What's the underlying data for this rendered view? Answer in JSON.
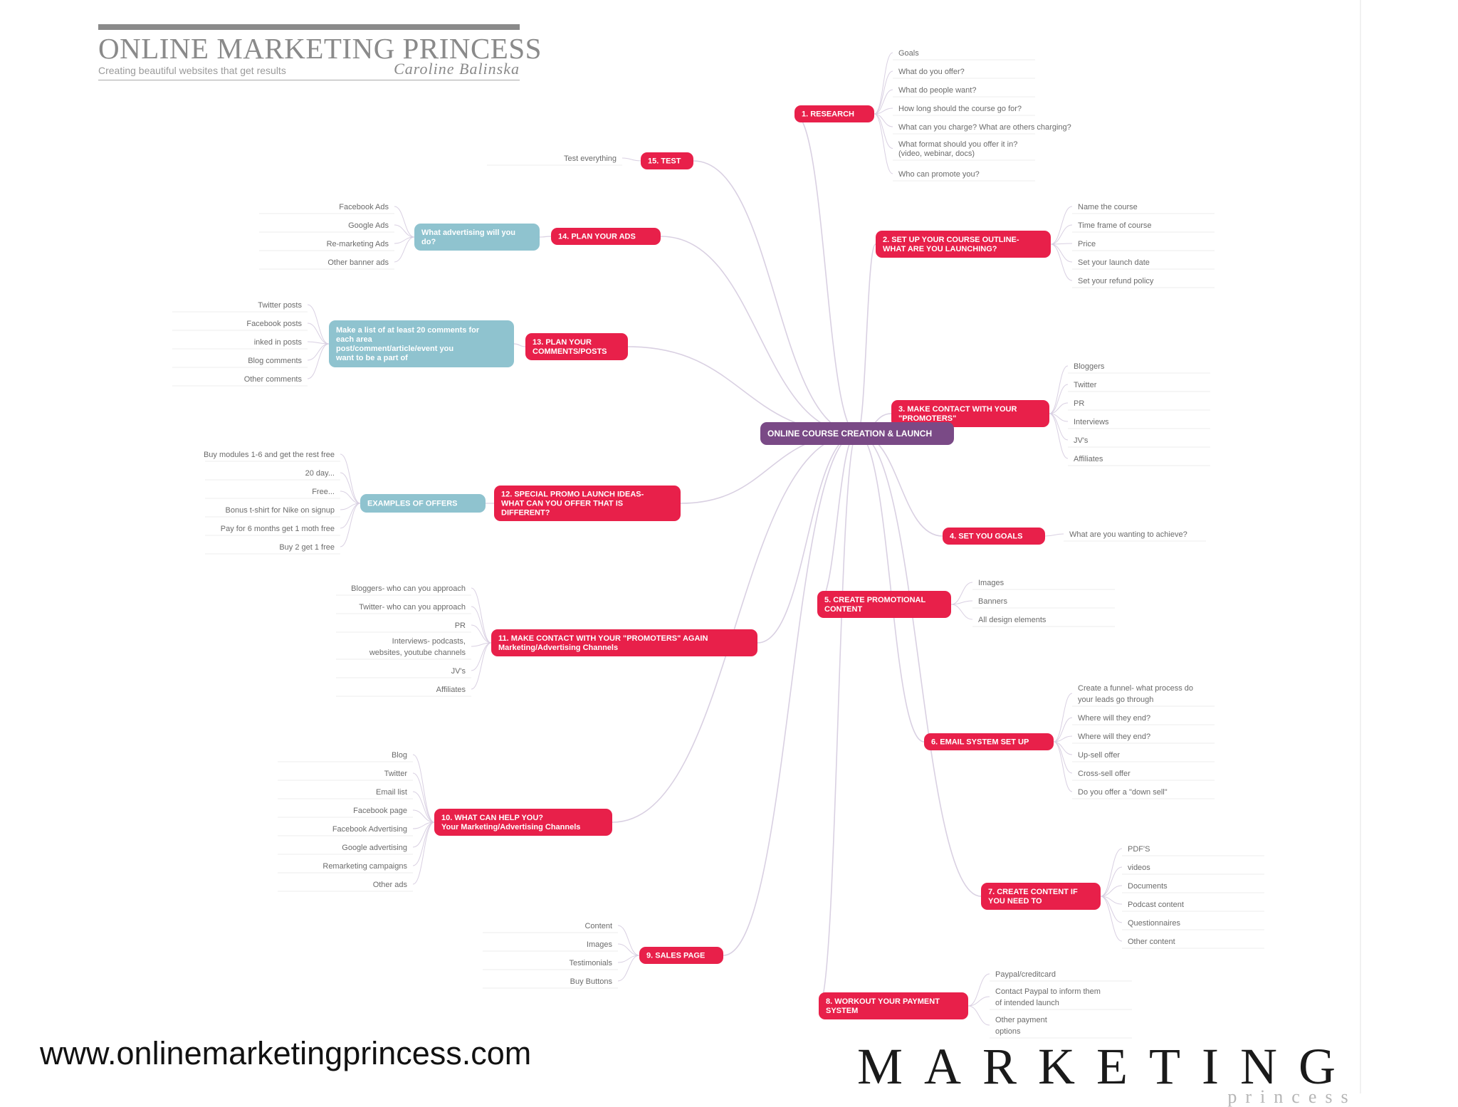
{
  "branding": {
    "title": "ONLINE MARKETING PRINCESS",
    "tagline": "Creating beautiful websites that get results",
    "signature": "Caroline Balinska",
    "website": "www.onlinemarketingprincess.com",
    "logo_word": "MARKETING",
    "logo_sub": "princess"
  },
  "colors": {
    "center": "#7a4a86",
    "branch": "#e8204a",
    "sub": "#8fc3cf",
    "leaf_text": "#6b6b6b",
    "line": "#d9d0e2"
  },
  "mindmap": {
    "center": "ONLINE COURSE CREATION & LAUNCH",
    "branches": [
      {
        "label": "1. RESEARCH",
        "leaves": [
          "Goals",
          "What do you offer?",
          "What do people want?",
          "How long should the course go for?",
          "What can you charge? What are others charging?",
          "What format should you offer it in? (video, webinar, docs)",
          "Who can promote you?"
        ]
      },
      {
        "label": "2. SET UP YOUR COURSE OUTLINE- WHAT ARE YOU LAUNCHING?",
        "leaves": [
          "Name the course",
          "Time frame of course",
          "Price",
          "Set your launch date",
          "Set your refund policy"
        ]
      },
      {
        "label": "3. MAKE CONTACT WITH YOUR \"PROMOTERS\"",
        "leaves": [
          "Bloggers",
          "Twitter",
          "PR",
          "Interviews",
          "JV's",
          "Affiliates"
        ]
      },
      {
        "label": "4. SET YOU GOALS",
        "leaves": [
          "What are you wanting to achieve?"
        ]
      },
      {
        "label": "5. CREATE PROMOTIONAL CONTENT",
        "leaves": [
          "Images",
          "Banners",
          "All design elements"
        ]
      },
      {
        "label": "6. EMAIL SYSTEM SET UP",
        "leaves": [
          "Create a funnel- what process do your leads go through",
          "Where will they end?",
          "Where will they end?",
          "Up-sell offer",
          "Cross-sell offer",
          "Do you offer a \"down sell\""
        ]
      },
      {
        "label": "7. CREATE CONTENT IF YOU NEED TO",
        "leaves": [
          "PDF'S",
          "videos",
          "Documents",
          "Podcast content",
          "Questionnaires",
          "Other content"
        ]
      },
      {
        "label": "8. WORKOUT YOUR PAYMENT SYSTEM",
        "leaves": [
          "Paypal/creditcard",
          "Contact Paypal to inform them of intended launch",
          "Other payment options"
        ]
      },
      {
        "label": "9. SALES PAGE",
        "leaves": [
          "Content",
          "Images",
          "Testimonials",
          "Buy Buttons"
        ]
      },
      {
        "label": "10. WHAT CAN HELP YOU? Your Marketing/Advertising Channels",
        "leaves": [
          "Blog",
          "Twitter",
          "Email list",
          "Facebook page",
          "Facebook Advertising",
          "Google advertising",
          "Remarketing campaigns",
          "Other ads"
        ]
      },
      {
        "label": "11. MAKE CONTACT WITH YOUR \"PROMOTERS\" AGAIN Marketing/Advertising Channels",
        "leaves": [
          "Bloggers- who can you approach",
          "Twitter- who can you approach",
          "PR",
          "Interviews- podcasts, websites, youtube channels",
          "JV's",
          "Affiliates"
        ]
      },
      {
        "label": "12. SPECIAL PROMO LAUNCH IDEAS- WHAT CAN YOU OFFER THAT IS DIFFERENT?",
        "sub": "EXAMPLES OF OFFERS",
        "leaves": [
          "Buy modules 1-6 and get the rest free",
          "20 day...",
          "Free...",
          "Bonus t-shirt for Nike on signup",
          "Pay for 6 months get 1 moth free",
          "Buy 2 get 1 free"
        ]
      },
      {
        "label": "13. PLAN YOUR COMMENTS/POSTS",
        "sub": "Make a list of at least 20 comments for each area post/comment/article/event you want to be a part of",
        "leaves": [
          "Twitter posts",
          "Facebook posts",
          "inked in posts",
          "Blog comments",
          "Other comments"
        ]
      },
      {
        "label": "14. PLAN YOUR ADS",
        "sub": "What advertising will you do?",
        "leaves": [
          "Facebook Ads",
          "Google Ads",
          "Re-marketing Ads",
          "Other banner ads"
        ]
      },
      {
        "label": "15. TEST",
        "leaves": [
          "Test everything"
        ]
      }
    ]
  }
}
